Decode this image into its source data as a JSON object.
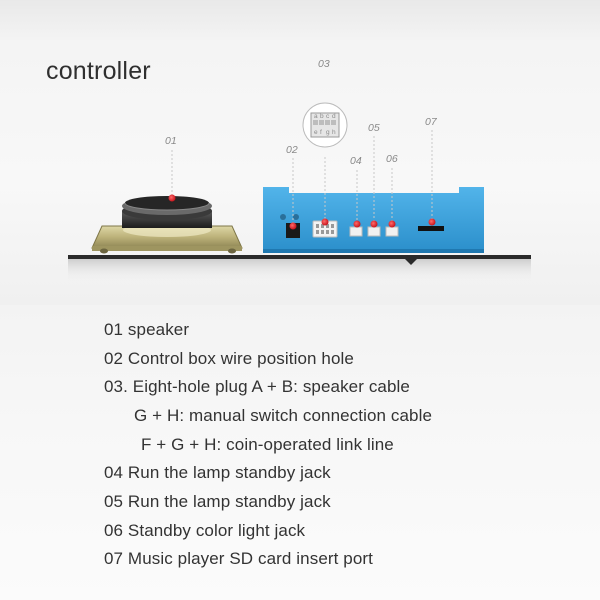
{
  "title": "controller",
  "callouts": [
    "01",
    "02",
    "03",
    "04",
    "05",
    "06",
    "07"
  ],
  "plug_letters_top": [
    "a",
    "b",
    "c",
    "d"
  ],
  "plug_letters_bottom": [
    "e",
    "f",
    "g",
    "h"
  ],
  "legend": [
    "01 speaker",
    "02 Control box wire position hole",
    "03. Eight-hole plug A + B: speaker cable",
    "G + H: manual switch connection cable",
    "F + G + H: coin-operated link line",
    "04 Run the lamp standby jack",
    "05 Run the lamp standby jack",
    "06 Standby color light jack",
    "07 Music player SD card insert port"
  ],
  "colors": {
    "control_box": "#3a9fd8",
    "speaker_cone": "#c9c08a",
    "marker": "#e8202a"
  }
}
